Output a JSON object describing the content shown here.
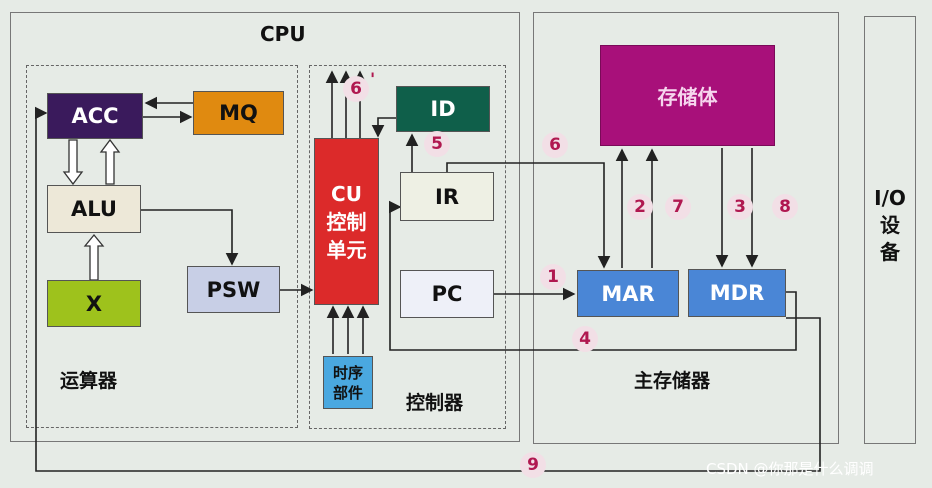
{
  "cpu": {
    "title": "CPU",
    "alu_section": "运算器",
    "control_section": "控制器"
  },
  "registers": {
    "acc": "ACC",
    "mq": "MQ",
    "alu": "ALU",
    "x": "X",
    "psw": "PSW",
    "cu": "CU\n控制\n单元",
    "timing": "时序\n部件",
    "id": "ID",
    "ir": "IR",
    "pc": "PC"
  },
  "memory": {
    "title": "主存储器",
    "storage": "存储体",
    "mar": "MAR",
    "mdr": "MDR"
  },
  "io": {
    "title": "I/O\n设\n备"
  },
  "steps": {
    "s1": "1",
    "s2": "2",
    "s3": "3",
    "s4": "4",
    "s5": "5",
    "s6": "6",
    "s6p": "6",
    "s6p_mark": "'",
    "s7": "7",
    "s8": "8",
    "s9": "9"
  },
  "watermark": "CSDN @你那是什么调调",
  "colors": {
    "acc": "#3a1a5c",
    "mq": "#e08a10",
    "alu": "#ede8d8",
    "x": "#9ec21c",
    "psw": "#c8cfe6",
    "cu": "#dc2a2a",
    "timing": "#4aa8e0",
    "id": "#0f5f4a",
    "ir": "#eef0e4",
    "pc": "#eef0f8",
    "storage": "#a8107a",
    "mar": "#4a86d6",
    "mdr": "#4a86d6",
    "num": "#b01850"
  }
}
